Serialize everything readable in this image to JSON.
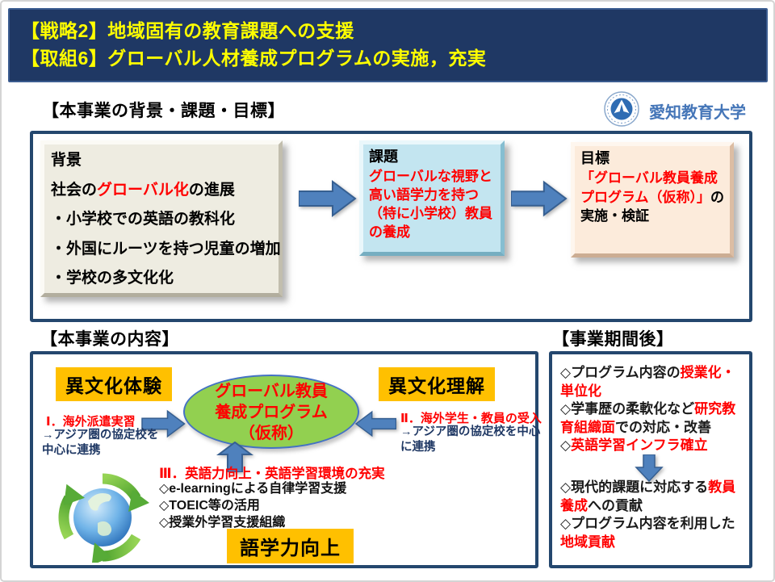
{
  "header": {
    "line1": "【戦略2】地域固有の教育課題への支援",
    "line2": "【取組6】グローバル人材養成プログラムの実施，充実"
  },
  "top": {
    "section_title": "【本事業の背景・課題・目標】",
    "university": "愛知教育大学",
    "bg_box": {
      "title": "背景",
      "line1_pre": "社会の",
      "line1_red": "グローバル化",
      "line1_post": "の進展",
      "bullets": [
        "・小学校での英語の教科化",
        "・外国にルーツを持つ児童の増加",
        "・学校の多文化化"
      ]
    },
    "issue_box": {
      "title": "課題",
      "body": "グローバルな視野と高い語学力を持つ（特に小学校）教員の養成"
    },
    "goal_box": {
      "title": "目標",
      "red": "「グローバル教員養成プログラム（仮称）」",
      "black": "の実施・検証"
    }
  },
  "content": {
    "section_title": "【本事業の内容】",
    "tag_left": "異文化体験",
    "tag_right": "異文化理解",
    "ellipse_lines": [
      "グローバル教員",
      "養成プログラム",
      "（仮称）"
    ],
    "item1": {
      "title": "Ⅰ．海外派遣実習",
      "desc": "→アジア圏の協定校を中心に連携"
    },
    "item2": {
      "title": "Ⅱ．海外学生・教員の受入",
      "desc": "→アジア圏の協定校を中心に連携"
    },
    "item3": {
      "title": "Ⅲ．英語力向上・英語学習環境の充実",
      "bullets": [
        "◇e-learningによる自律学習支援",
        "◇TOEIC等の活用",
        "◇授業外学習支援組織"
      ]
    },
    "tag_bottom": "語学力向上"
  },
  "after": {
    "section_title": "【事業期間後】",
    "items_top": [
      {
        "pre": "◇プログラム内容の",
        "red": "授業化・単位化",
        "post": ""
      },
      {
        "pre": "◇学事歴の柔軟化など",
        "red": "研究教育組織面",
        "post": "での対応・改善"
      },
      {
        "pre": "◇",
        "red": "英語学習インフラ確立",
        "post": ""
      }
    ],
    "items_bottom": [
      {
        "pre": "◇現代的課題に対応する",
        "red": "教員養成",
        "post": "への貢献"
      },
      {
        "pre": "◇プログラム内容を利用した",
        "red": "地域貢献",
        "post": ""
      }
    ]
  },
  "icons": {
    "university_logo": "aichi-university-emblem",
    "globe_recycle": "globe-with-recycle-arrows",
    "arrows": "blue-block-arrow"
  },
  "colors": {
    "header_bg": "#1F3864",
    "header_text": "#FFFF00",
    "frame_border": "#24476E",
    "red_accent": "#FF0000",
    "dark_blue_text": "#1F3864",
    "tag_yellow": "#FFC000",
    "ellipse_green": "#92D050",
    "ellipse_border": "#4472C4",
    "arrow_blue": "#4F81BD",
    "bg_box_fill": "#EEECE1",
    "issue_box_fill": "#C3E5F0",
    "goal_box_fill": "#FCEBDB",
    "logo_blue": "#2F6CB3",
    "university_text": "#4576B8"
  }
}
